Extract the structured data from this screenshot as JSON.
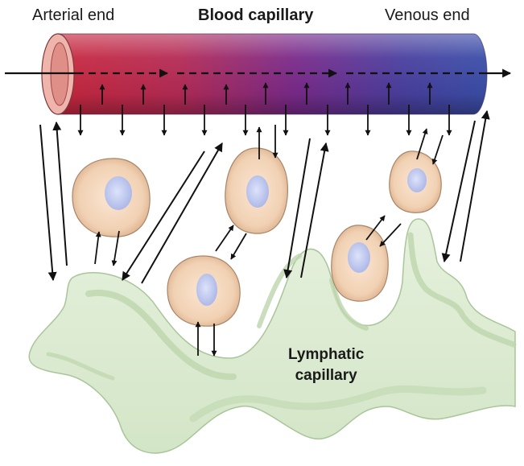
{
  "labels": {
    "arterial_end": "Arterial end",
    "blood_capillary": "Blood capillary",
    "venous_end": "Venous end",
    "lymphatic_line1": "Lymphatic",
    "lymphatic_line2": "capillary"
  },
  "colors": {
    "arterial": "#c8283e",
    "mid": "#7a2a8a",
    "venous": "#3a4ea8",
    "lymph_fill": "#dcebd2",
    "lymph_edge": "#a9c59a",
    "cell_fill": "#f1d1b3",
    "cell_edge": "#a8856a",
    "nucleus": "#b8c2ea"
  },
  "icons": [
    "blood-capillary-tube",
    "lymphatic-capillary-shape",
    "tissue-cell",
    "cell-nucleus",
    "flow-arrow"
  ]
}
